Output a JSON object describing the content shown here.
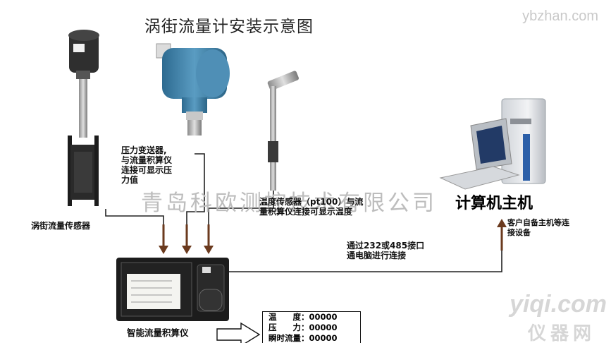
{
  "title": "涡街流量计安装示意图",
  "watermark_top_right": "ybzhan.com",
  "watermark_company": "青岛科欧测控技术有限公司",
  "watermark_yiqi": "yiqi.com",
  "watermark_yiqi_cn": "仪器网",
  "labels": {
    "vortex_sensor": "涡街流量传感器",
    "pressure_transmitter_line1": "压力变送器,",
    "pressure_transmitter_line2": "与流量积算仪",
    "pressure_transmitter_line3": "连接可显示压",
    "pressure_transmitter_line4": "力值",
    "temp_sensor_line1": "温度传感器（pt100）与流",
    "temp_sensor_line2": "量积算仪连接可显示温度",
    "host_computer": "计算机主机",
    "customer_host_line1": "客户自备主机等连",
    "customer_host_line2": "接设备",
    "rs_interface_line1": "通过232或485接口",
    "rs_interface_line2": "通电脑进行连接",
    "flow_totalizer": "智能流量积算仪"
  },
  "readout": {
    "temperature": "温　　度：00000",
    "pressure": "压　　力：00000",
    "instant_flow": "瞬时流量：00000"
  },
  "colors": {
    "arrow": "#6b3a1e",
    "line": "#222222",
    "transmitter_blue": "#3f7fa6",
    "sensor_dark": "#2b2b2b",
    "watermark": "#bdbdbd"
  },
  "icons": {
    "vortex_sensor": "vortex-flowmeter-icon",
    "pressure_transmitter": "pressure-transmitter-icon",
    "temp_sensor": "temperature-probe-icon",
    "computer": "computer-icon",
    "totalizer": "flow-totalizer-icon"
  }
}
